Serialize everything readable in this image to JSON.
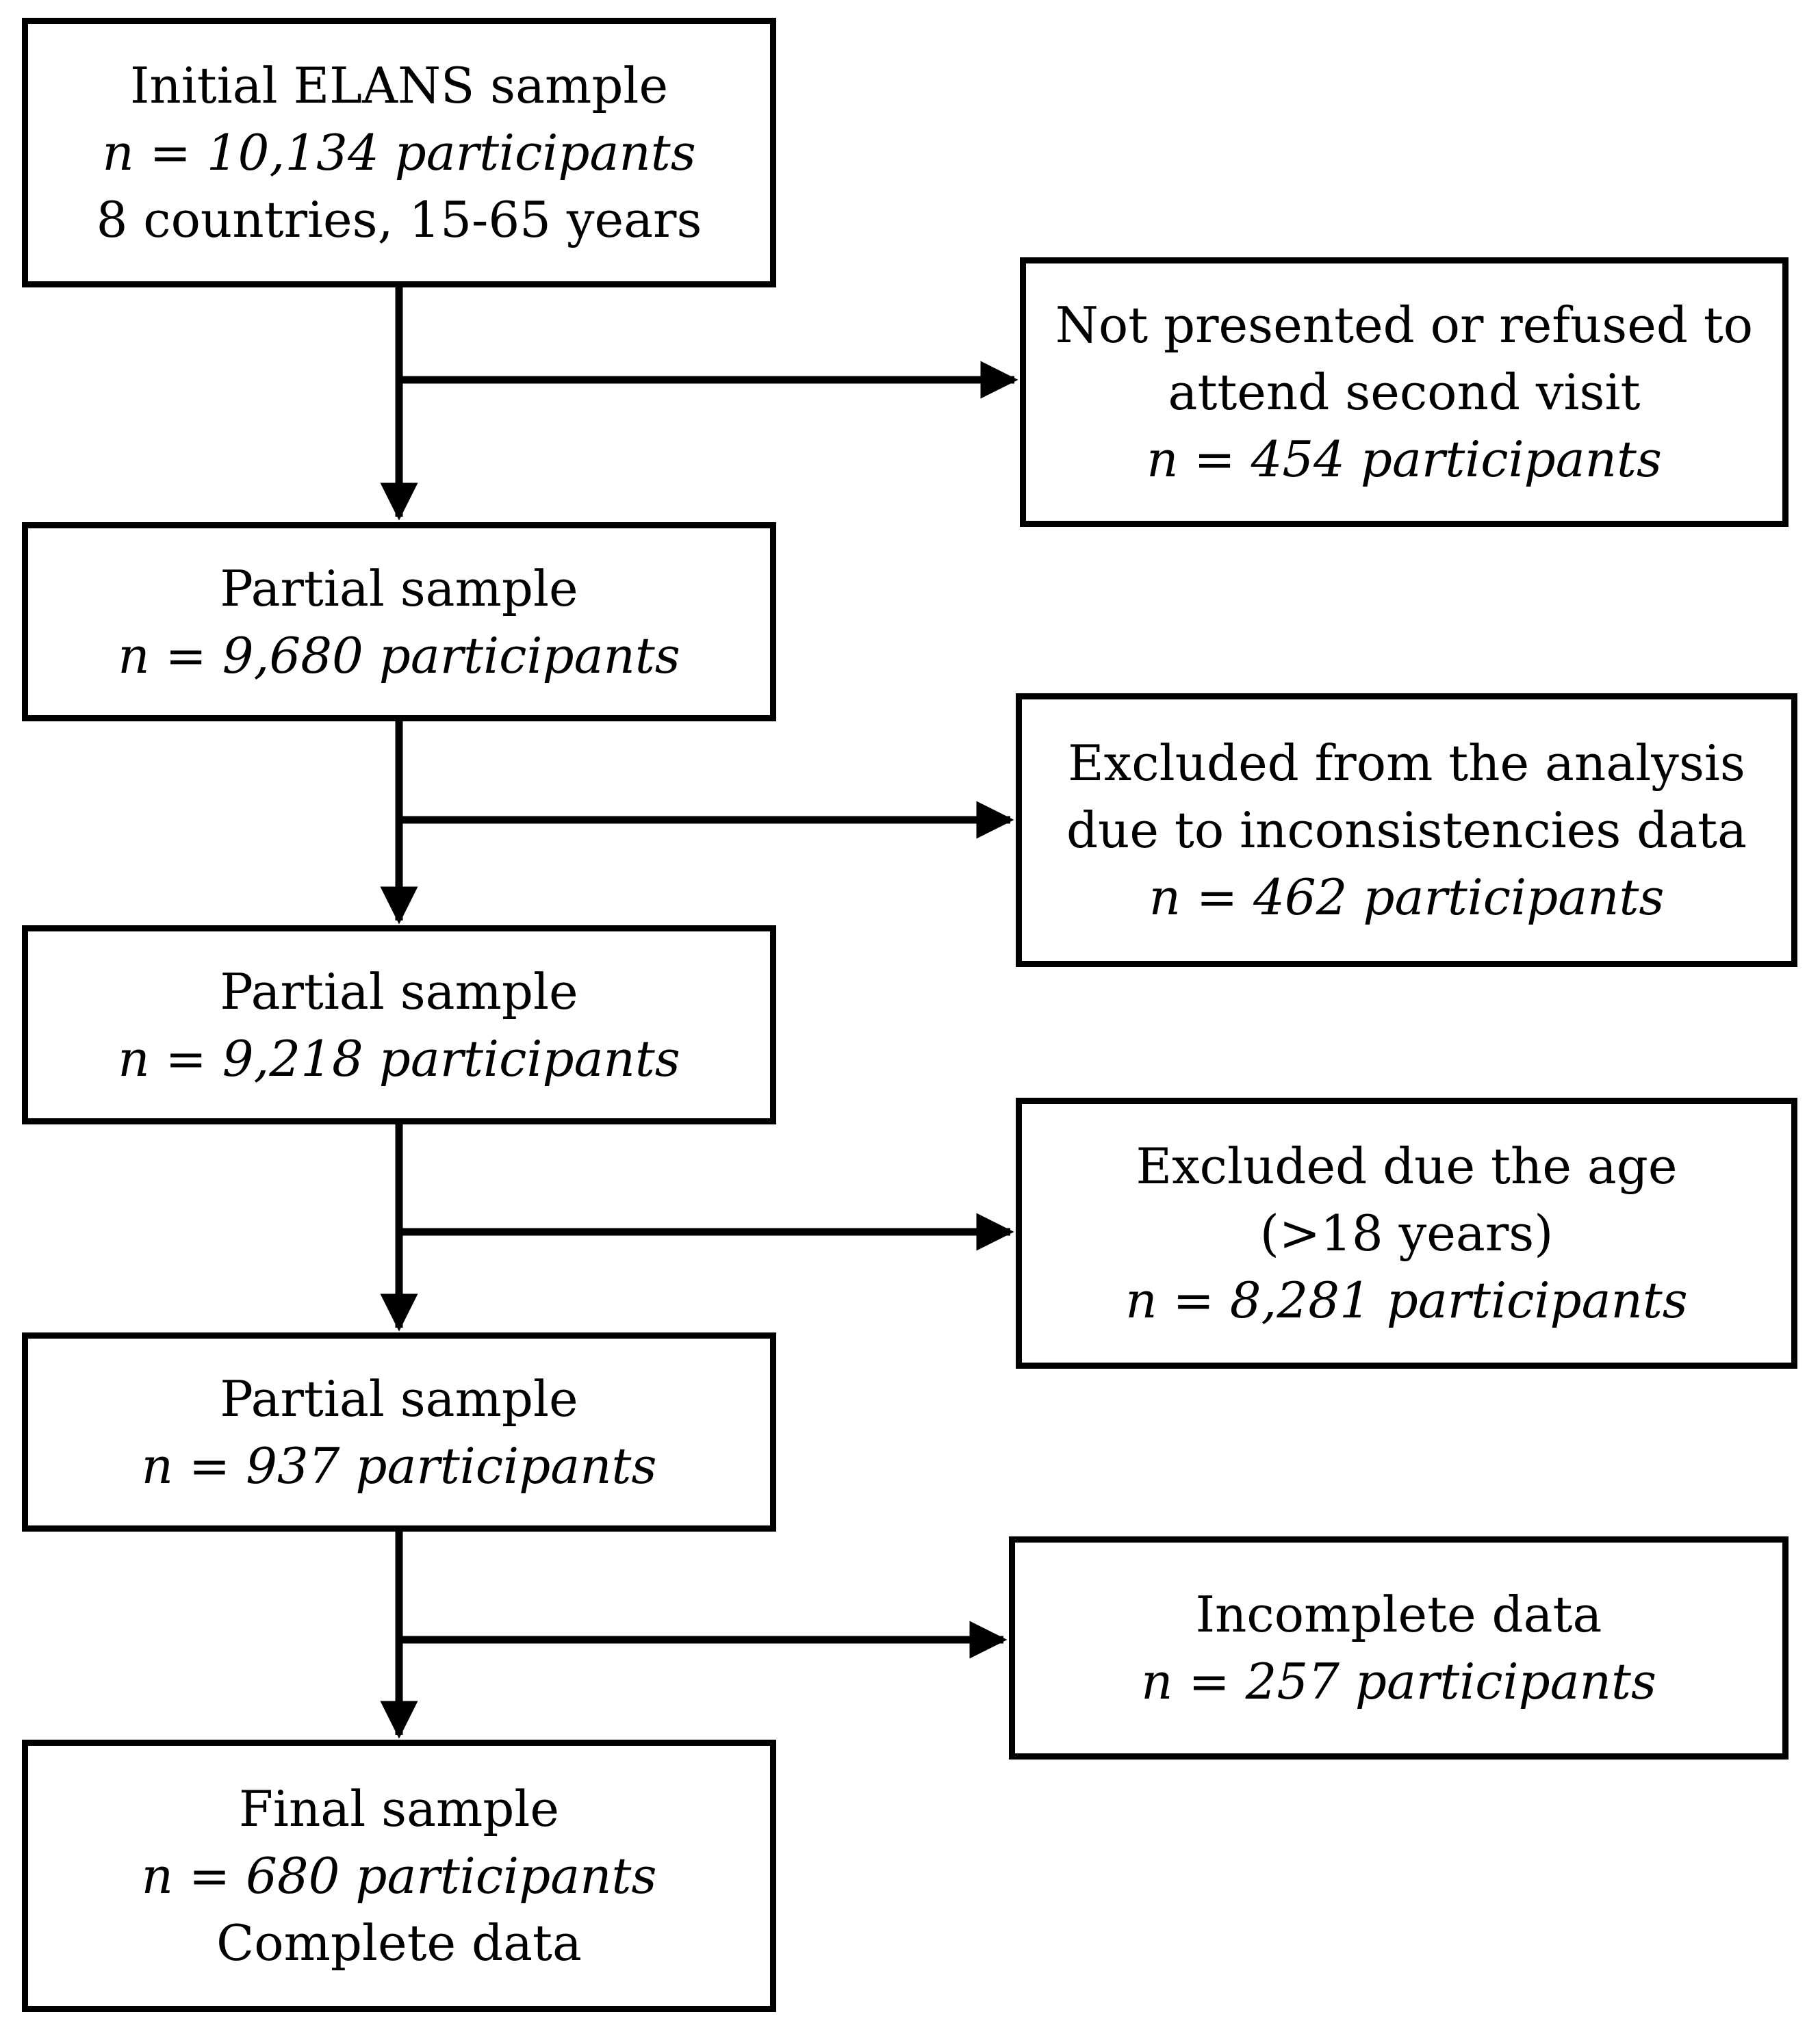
{
  "main_boxes": [
    {
      "title": "Initial ELANS sample",
      "count": "n = 10,134 participants",
      "note": "8 countries, 15-65 years"
    },
    {
      "title": "Partial sample",
      "count": "n = 9,680 participants"
    },
    {
      "title": "Partial sample",
      "count": "n = 9,218 participants"
    },
    {
      "title": "Partial sample",
      "count": "n = 937 participants"
    },
    {
      "title": "Final sample",
      "count": "n = 680 participants",
      "note": "Complete data"
    }
  ],
  "exclusion_boxes": [
    {
      "line1": "Not presented or refused to",
      "line2": "attend second visit",
      "count": "n = 454 participants"
    },
    {
      "line1": "Excluded from the analysis",
      "line2": "due to inconsistencies data",
      "count": "n = 462 participants"
    },
    {
      "line1": "Excluded due the age",
      "line2": "(>18 years)",
      "count": "n = 8,281 participants"
    },
    {
      "line1": "Incomplete data",
      "count": "n = 257 participants"
    }
  ]
}
